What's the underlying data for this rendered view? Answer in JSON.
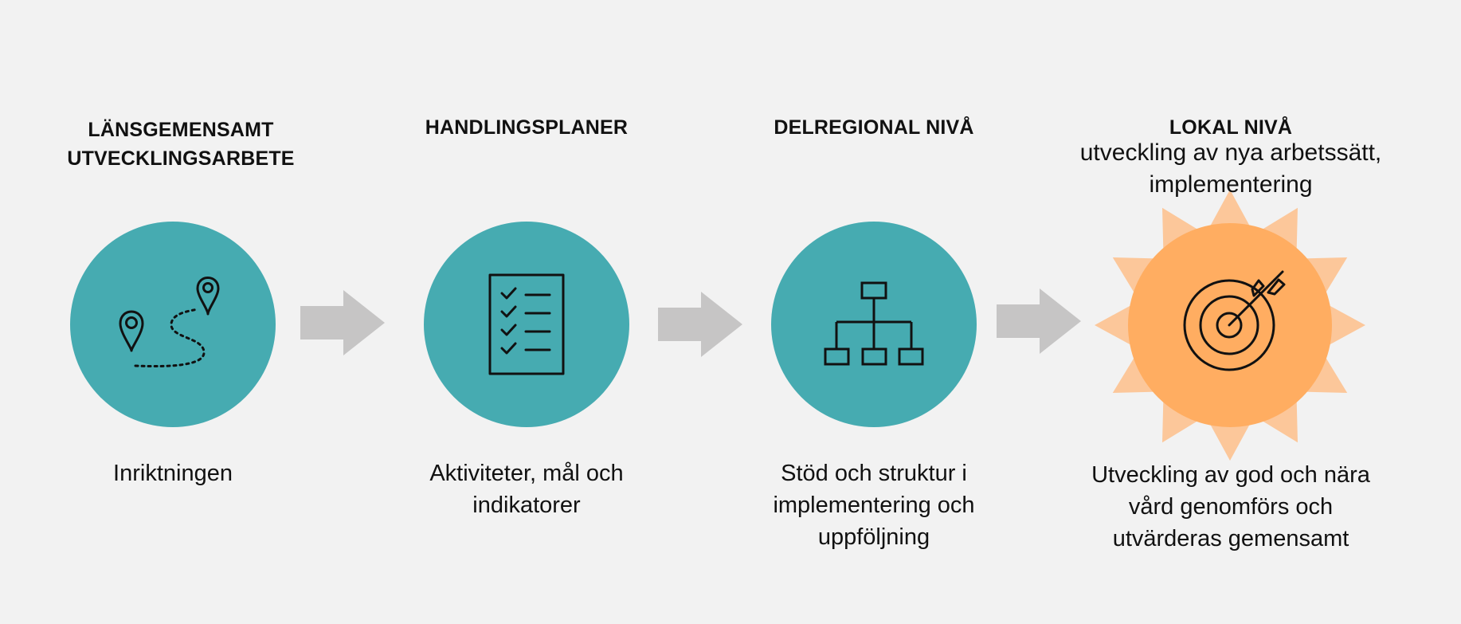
{
  "steps": [
    {
      "heading_line1": "LÄNSGEMENSAMT",
      "heading_line2": "UTVECKLINGSARBETE",
      "icon": "route-map-pins-icon",
      "caption_line1": "Inriktningen"
    },
    {
      "heading_line1": "HANDLINGSPLANER",
      "icon": "checklist-icon",
      "caption_line1": "Aktiviteter, mål och",
      "caption_line2": "indikatorer"
    },
    {
      "heading_line1": "DELREGIONAL NIVÅ",
      "icon": "org-chart-icon",
      "caption_line1": "Stöd och struktur i",
      "caption_line2": "implementering och",
      "caption_line3": "uppföljning"
    },
    {
      "heading_line1": "LOKAL NIVÅ",
      "subheading_line1": "utveckling av nya arbetssätt,",
      "subheading_line2": "implementering",
      "icon": "target-arrow-icon",
      "caption_line1": "Utveckling av god och nära",
      "caption_line2": "vård genomförs och",
      "caption_line3": "utvärderas gemensamt"
    }
  ],
  "colors": {
    "background": "#f2f2f2",
    "circle": "#46abb1",
    "arrow": "#c6c5c5",
    "sun_rays": "#fcc79a",
    "sun_core": "#ffad61",
    "text": "#111111"
  }
}
